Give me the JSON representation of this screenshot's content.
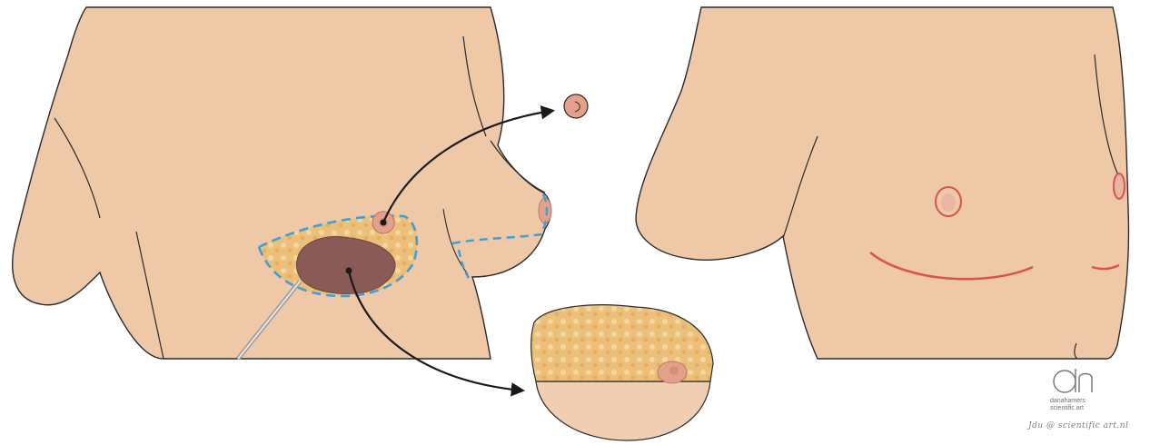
{
  "logo": {
    "monogram": "dn",
    "name": "danahamers",
    "subtitle": "scientific art",
    "signature": "Jdu @ scientific art.nl"
  },
  "colors": {
    "skin": "#efc8a8",
    "outline": "#2b2b2b",
    "incision_dashed": "#3fa0d6",
    "tumor": "#8a5a56",
    "fat_tissue": "#ecc07a",
    "scar": "#d9534f",
    "areola": "#e3a08a",
    "arrow": "#1a1a1a"
  },
  "icons": [
    "arrow-icon",
    "logo-icon"
  ]
}
